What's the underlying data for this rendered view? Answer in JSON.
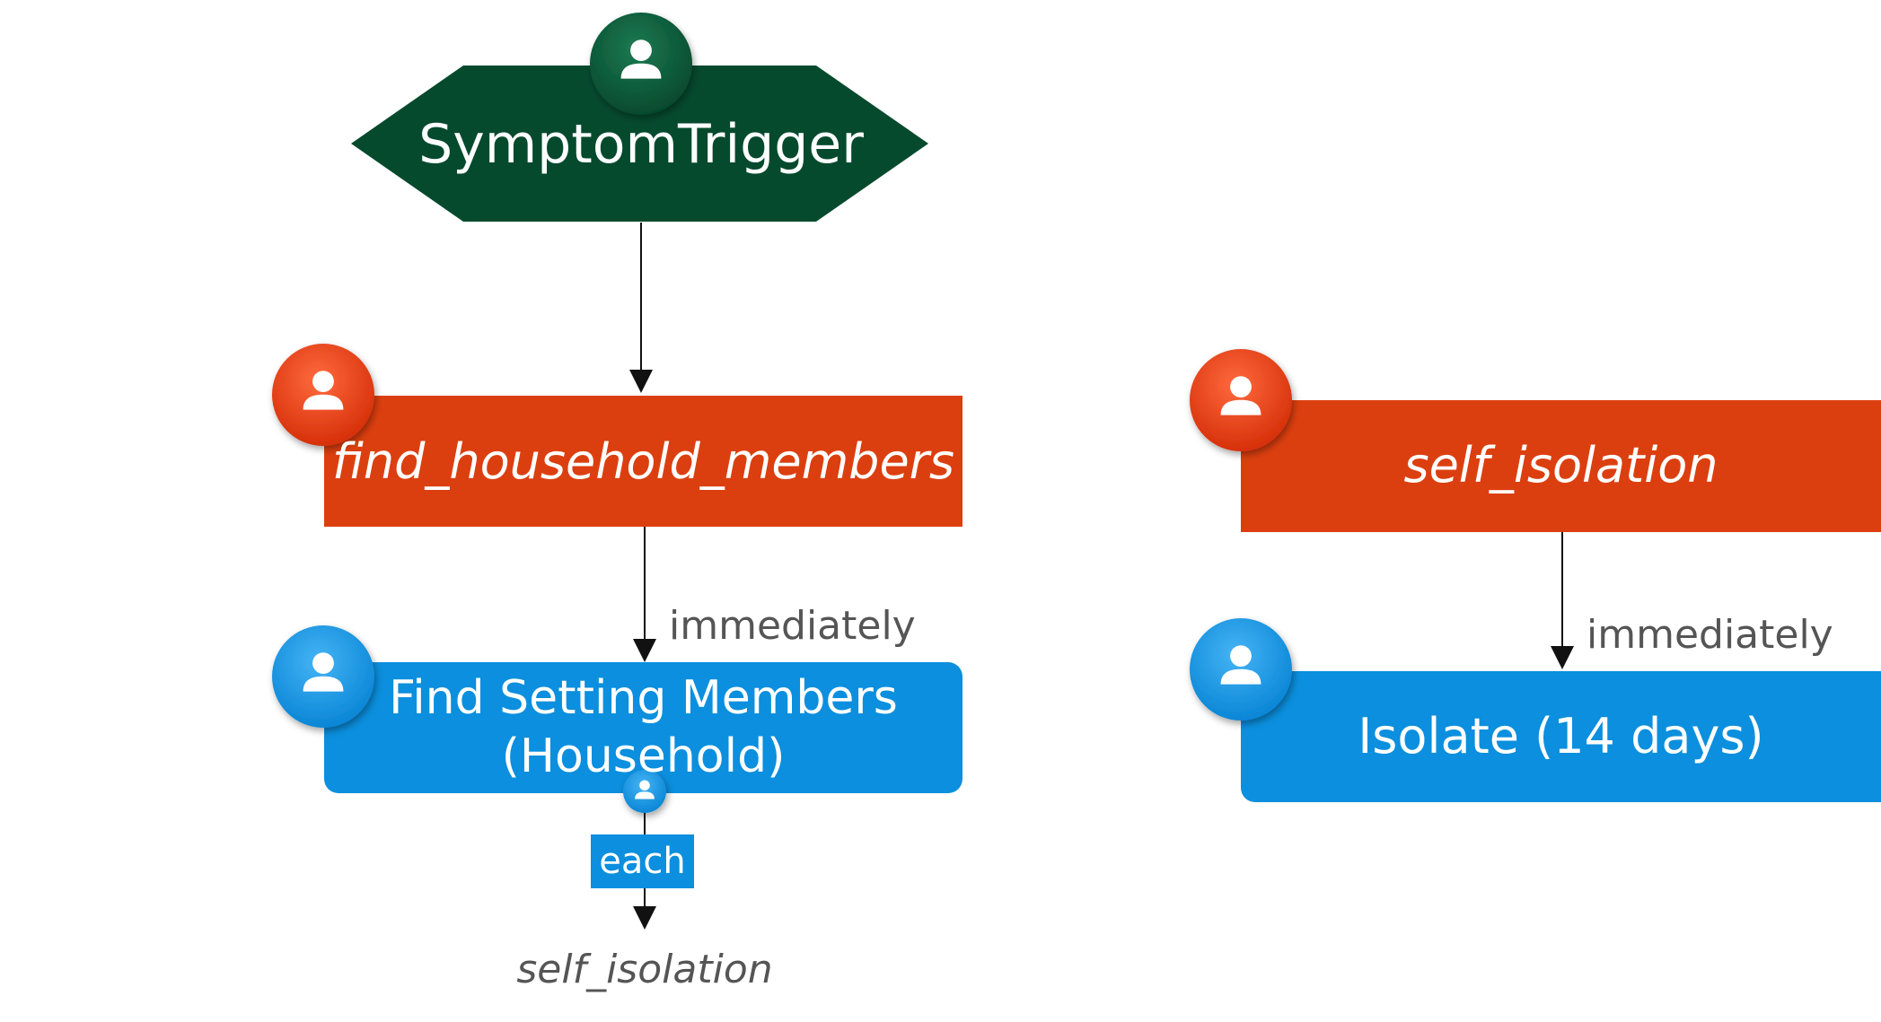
{
  "nodes": {
    "trigger": {
      "label": "SymptomTrigger",
      "icon": "person-icon",
      "color": "#064a2e"
    },
    "find_household": {
      "label": "find_household_members",
      "icon": "person-icon",
      "color": "#dc3f0f"
    },
    "find_setting": {
      "label_line1": "Find Setting Members",
      "label_line2": "(Household)",
      "icon": "person-icon",
      "color": "#0b8fde"
    },
    "self_isolation": {
      "label": "self_isolation",
      "icon": "person-icon",
      "color": "#dc3f0f"
    },
    "isolate": {
      "label": "Isolate (14 days)",
      "icon": "person-icon",
      "color": "#0b8fde"
    }
  },
  "edges": {
    "left_immediately": "immediately",
    "right_immediately": "immediately",
    "each": "each",
    "target_ref": "self_isolation"
  }
}
